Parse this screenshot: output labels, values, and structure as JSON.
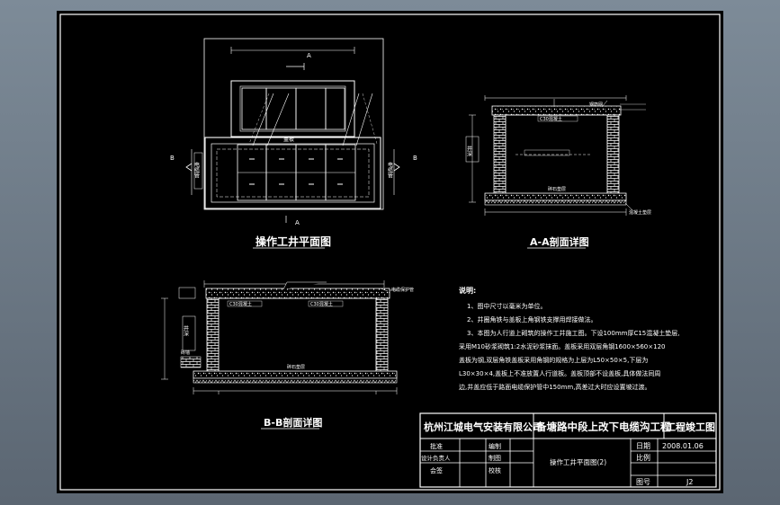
{
  "views": {
    "plan": {
      "title": "操作工井平面图",
      "section_a": "A",
      "section_b": "B",
      "labels": [
        "电缆管",
        "电缆管",
        "盖板"
      ]
    },
    "aa": {
      "title": "A-A剖面详图",
      "labels": [
        "C30混凝土",
        "钢筋网",
        "碎石垫层",
        "混凝土垫层",
        "井深"
      ]
    },
    "bb": {
      "title": "B-B剖面详图",
      "labels": [
        "C30混凝土",
        "C30混凝土",
        "碎石垫层",
        "电缆保护管",
        "井深",
        "砖墙"
      ]
    }
  },
  "notes": {
    "title": "说明:",
    "lines": [
      "1、图中尺寸以毫米为单位。",
      "2、井圈角铁与盖板上角钢铁支撑用焊接做法。",
      "3、本图为人行道上砌筑的操作工井施工图。下设100mm厚C15混凝土垫层,",
      "采用M10砂浆砌筑1:2水泥砂浆抹面。盖板采用双层角钢1600×560×120",
      "盖板为钢,双层角铁盖板采用角钢的规格为上层为L50×50×5,下层为",
      "L30×30×4,盖板上不准放置人行道板。盖板顶部不设盖板,具体做法同周",
      "边,井盖应低于路面电缆保护管中150mm,高差过大时应设置坡过渡。"
    ]
  },
  "title_block": {
    "company": "杭州江城电气安装有限公司",
    "project": "备塘路中段上改下电缆沟工程",
    "doc_type": "工程竣工图",
    "roles": [
      "批准",
      "设计负责人",
      "会签"
    ],
    "roles2": [
      "编制",
      "制图",
      "校核"
    ],
    "drawing_name": "操作工井平面图(2)",
    "date_label": "日期",
    "date_value": "2008.01.06",
    "scale_label": "比例",
    "scale_value": "",
    "number_label": "图号",
    "number_value": "J2"
  }
}
